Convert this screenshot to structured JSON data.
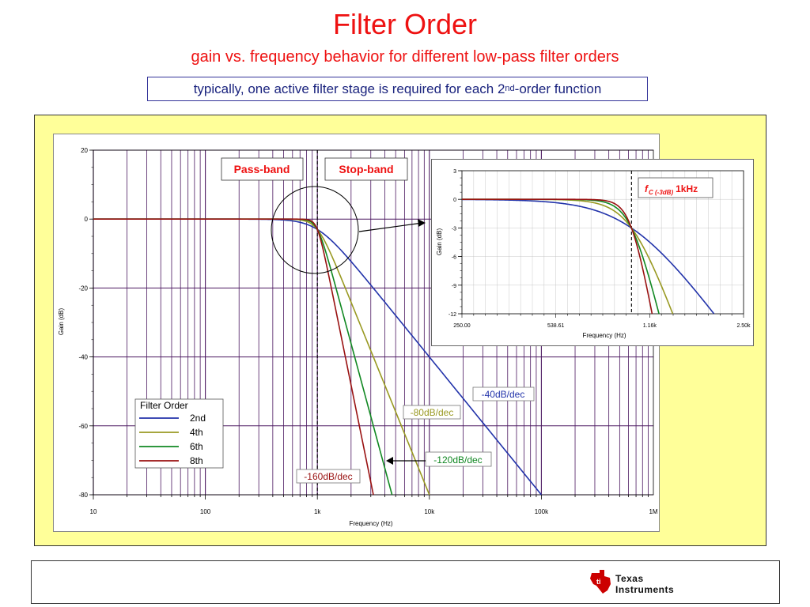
{
  "header": {
    "title": "Filter Order",
    "subtitle": "gain vs. frequency behavior for different low-pass filter orders",
    "note_pre": "typically, one active filter stage is required for each 2",
    "note_sup": "nd",
    "note_post": "-order function"
  },
  "colors": {
    "title": "#ee1111",
    "note_text": "#1a237e",
    "panel_bg": "#ffff99",
    "grid": "#4b1860",
    "series_2nd": "#2233aa",
    "series_4th": "#999922",
    "series_6th": "#118822",
    "series_8th": "#991111"
  },
  "chart_data": [
    {
      "type": "line",
      "x_scale": "log",
      "xlabel": "Frequency (Hz)",
      "ylabel": "Gain (dB)",
      "xlim": [
        10,
        1000000
      ],
      "ylim": [
        -80,
        20
      ],
      "x_tick_labels": [
        "10",
        "100",
        "1k",
        "10k",
        "100k",
        "1M"
      ],
      "y_tick_labels": [
        "20",
        "0",
        "-20",
        "-40",
        "-60",
        "-80"
      ],
      "cutoff_hz": 1000,
      "legend": {
        "title": "Filter Order",
        "position": "bottom-left"
      },
      "series": [
        {
          "name": "2nd",
          "order": 2,
          "color": "#2233aa"
        },
        {
          "name": "4th",
          "order": 4,
          "color": "#999922"
        },
        {
          "name": "6th",
          "order": 6,
          "color": "#118822"
        },
        {
          "name": "8th",
          "order": 8,
          "color": "#991111"
        }
      ],
      "annotations": {
        "pass_band": "Pass-band",
        "stop_band": "Stop-band",
        "slope_40": "-40dB/dec",
        "slope_80": "-80dB/dec",
        "slope_120": "-120dB/dec",
        "slope_160": "-160dB/dec"
      }
    },
    {
      "type": "line",
      "x_scale": "log",
      "xlabel": "Frequency (Hz)",
      "ylabel": "Gain (dB)",
      "xlim": [
        250,
        2500
      ],
      "ylim": [
        -12,
        3
      ],
      "x_tick_labels": [
        "250.00",
        "538.61",
        "1.16k",
        "2.50k"
      ],
      "y_tick_labels": [
        "3",
        "0",
        "-3",
        "-6",
        "-9",
        "-12"
      ],
      "cutoff_hz": 1000,
      "cutoff_label": {
        "f": "f",
        "sub": "C (-3dB)",
        "value": "1kHz"
      }
    }
  ],
  "footer": {
    "brand_line1": "Texas",
    "brand_line2": "Instruments"
  }
}
